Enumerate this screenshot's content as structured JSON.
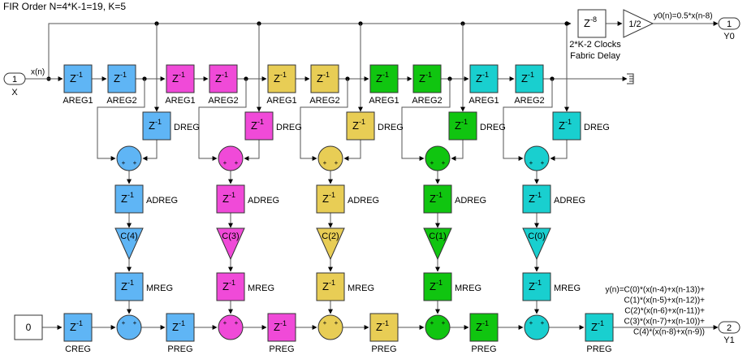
{
  "title": "FIR Order N=4*K-1=19, K=5",
  "ports": {
    "in_x": {
      "number": "1",
      "label": "X",
      "signal": "x(n)"
    },
    "out_y0": {
      "number": "1",
      "label": "Y0"
    },
    "out_y1": {
      "number": "2",
      "label": "Y1"
    }
  },
  "top_path": {
    "delay_base": "Z",
    "delay_exp": "-8",
    "delay_caption_line1": "2*K-2 Clocks",
    "delay_caption_line2": "Fabric Delay",
    "gain": "1/2",
    "output_expr": "y0(n)=0.5*x(n-8)"
  },
  "creg": {
    "constant": "0",
    "label": "CREG"
  },
  "delay_base": "Z",
  "delay_exp": "-1",
  "labels": {
    "areg1": "AREG1",
    "areg2": "AREG2",
    "dreg": "DREG",
    "adreg": "ADREG",
    "mreg": "MREG",
    "preg": "PREG"
  },
  "sign": "+",
  "slices": [
    {
      "color": "#5fb5f5",
      "coef": "C(4)"
    },
    {
      "color": "#f04ad8",
      "coef": "C(3)"
    },
    {
      "color": "#e8cd55",
      "coef": "C(2)"
    },
    {
      "color": "#10c510",
      "coef": "C(1)"
    },
    {
      "color": "#19cfcf",
      "coef": "C(0)"
    }
  ],
  "equation": [
    "y(n)=C(0)*(x(n-4)+x(n-13))+",
    "C(1)*(x(n-5)+x(n-12))+",
    "C(2)*(x(n-6)+x(n-11))+",
    "C(3)*(x(n-7)+x(n-10))+",
    "C(4)*(x(n-8)+x(n-9))"
  ]
}
